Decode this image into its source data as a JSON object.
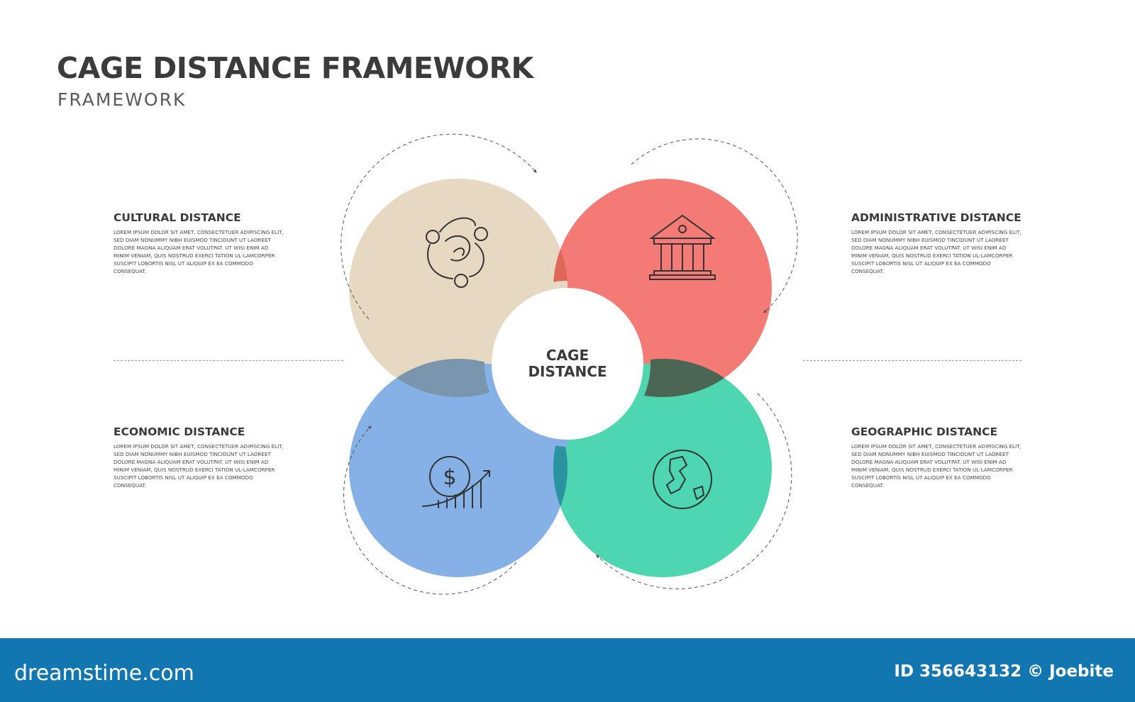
{
  "header": {
    "title": "CAGE DISTANCE FRAMEWORK",
    "subtitle": "FRAMEWORK"
  },
  "center": {
    "line1": "CAGE",
    "line2": "DISTANCE"
  },
  "segments": [
    {
      "key": "cultural",
      "title": "CULTURAL DISTANCE",
      "body": "LOREM IPSUM DOLOR SIT AMET, CONSECTETUER ADIPISCING ELIT, SED DIAM NONUMMY NIBH EUISMOD TINCIDUNT UT LAOREET DOLORE MAGNA ALIQUAM ERAT VOLUTPAT. UT WISI ENIM AD MINIM VENIAM, QUIS NOSTRUD EXERCI TATION UL-LAMCORPER SUSCIPIT LOBORTIS NISL UT ALIQUIP EX EA COMMODO CONSEQUAT.",
      "icon": "people-unity-icon",
      "color": "#e7d8c1"
    },
    {
      "key": "administrative",
      "title": "ADMINISTRATIVE DISTANCE",
      "body": "LOREM IPSUM DOLOR SIT AMET, CONSECTETUER ADIPISCING ELIT, SED DIAM NONUMMY NIBH EUISMOD TINCIDUNT UT LAOREET DOLORE MAGNA ALIQUAM ERAT VOLUTPAT. UT WISI ENIM AD MINIM VENIAM, QUIS NOSTRUD EXERCI TATION UL-LAMCORPER SUSCIPIT LOBORTIS NISL UT ALIQUIP EX EA COMMODO CONSEQUAT.",
      "icon": "government-building-icon",
      "color": "#f47a76"
    },
    {
      "key": "economic",
      "title": "ECONOMIC DISTANCE",
      "body": "LOREM IPSUM DOLOR SIT AMET, CONSECTETUER ADIPISCING ELIT, SED DIAM NONUMMY NIBH EUISMOD TINCIDUNT UT LAOREET DOLORE MAGNA ALIQUAM ERAT VOLUTPAT. UT WISI ENIM AD MINIM VENIAM, QUIS NOSTRUD EXERCI TATION UL-LAMCORPER SUSCIPIT LOBORTIS NISL UT ALIQUIP EX EA COMMODO CONSEQUAT.",
      "icon": "dollar-growth-icon",
      "color": "#86b1e6"
    },
    {
      "key": "geographic",
      "title": "GEOGRAPHIC DISTANCE",
      "body": "LOREM IPSUM DOLOR SIT AMET, CONSECTETUER ADIPISCING ELIT, SED DIAM NONUMMY NIBH EUISMOD TINCIDUNT UT LAOREET DOLORE MAGNA ALIQUAM ERAT VOLUTPAT. UT WISI ENIM AD MINIM VENIAM, QUIS NOSTRUD EXERCI TATION UL-LAMCORPER SUSCIPIT LOBORTIS NISL UT ALIQUIP EX EA COMMODO CONSEQUAT.",
      "icon": "globe-icon",
      "color": "#4ed6b1"
    }
  ],
  "footer": {
    "brand": "dreamstime.com",
    "stock_id": "ID 356643132 © Joebite",
    "color": "#1277b0"
  }
}
